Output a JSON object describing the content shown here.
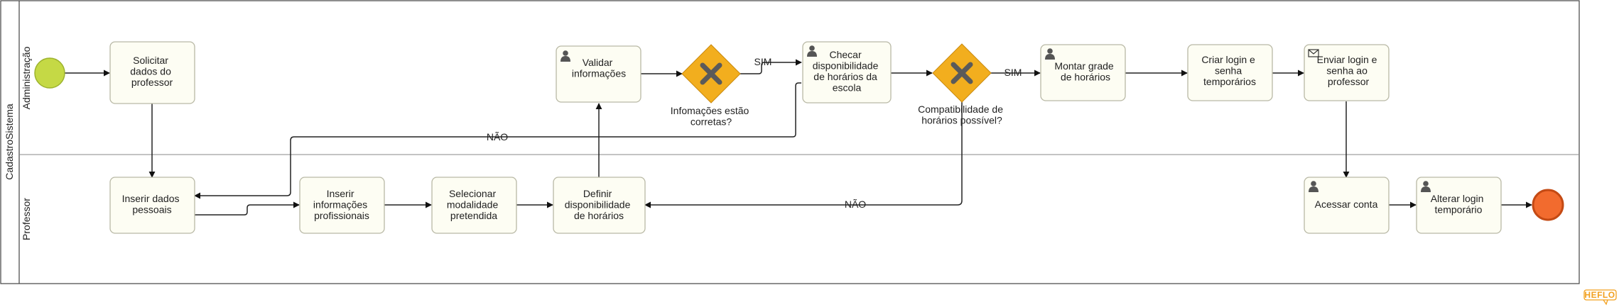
{
  "pool": {
    "name": "CadastroSistema"
  },
  "lanes": {
    "admin": "Administração",
    "professor": "Professor"
  },
  "tasks": {
    "solicitar": [
      "Solicitar",
      "dados do",
      "professor"
    ],
    "validar": [
      "Validar",
      "informações"
    ],
    "checar": [
      "Checar",
      "disponibilidade",
      "de horários da",
      "escola"
    ],
    "montar": [
      "Montar grade",
      "de horários"
    ],
    "criar": [
      "Criar login e",
      "senha",
      "temporários"
    ],
    "enviar": [
      "Enviar login e",
      "senha ao",
      "professor"
    ],
    "inserir_pessoais": [
      "Inserir dados",
      "pessoais"
    ],
    "inserir_prof": [
      "Inserir",
      "informações",
      "profissionais"
    ],
    "selecionar": [
      "Selecionar",
      "modalidade",
      "pretendida"
    ],
    "definir": [
      "Definir",
      "disponibilidade",
      "de horários"
    ],
    "acessar": [
      "Acessar conta"
    ],
    "alterar": [
      "Alterar login",
      "temporário"
    ]
  },
  "gateways": {
    "g1": [
      "Infomações estão",
      "corretas?"
    ],
    "g2": [
      "Compatibilidade de",
      "horários possível?"
    ]
  },
  "flow_labels": {
    "sim1": "SIM",
    "sim2": "SIM",
    "nao1": "NÃO",
    "nao2": "NÃO"
  },
  "brand": {
    "logo": "HEFLO"
  },
  "colors": {
    "start_event": "#c5d945",
    "end_event": "#f26b2e",
    "gateway": "#f2ae1e",
    "task_fill": "#fdfdf3"
  }
}
